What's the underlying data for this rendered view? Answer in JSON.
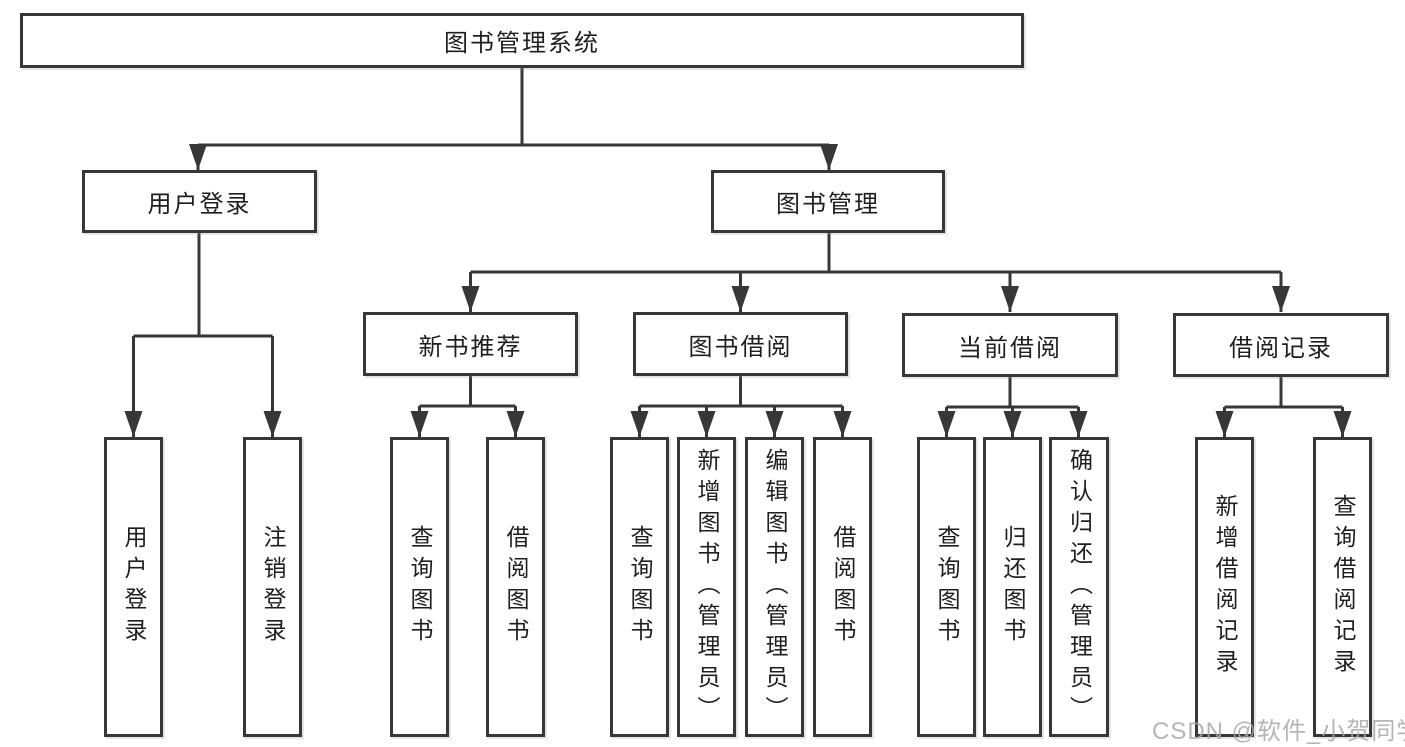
{
  "nodes": {
    "root": "图书管理系统",
    "level2": [
      "用户登录",
      "图书管理"
    ],
    "level3": [
      "新书推荐",
      "图书借阅",
      "当前借阅",
      "借阅记录"
    ],
    "leaves_user_login": [
      "用户登录",
      "注销登录"
    ],
    "leaves_new_book": [
      "查询图书",
      "借阅图书"
    ],
    "leaves_book_borrow": [
      "查询图书",
      "新增图书（管理员）",
      "编辑图书（管理员）",
      "借阅图书"
    ],
    "leaves_current_borrow": [
      "查询图书",
      "归还图书",
      "确认归还（管理员）"
    ],
    "leaves_borrow_record": [
      "新增借阅记录",
      "查询借阅记录"
    ]
  },
  "watermark": "CSDN @软件_小贺同学",
  "colors": {
    "stroke": "#373737",
    "text": "#1f1f1f",
    "watermark": "#a8a8a8",
    "background": "#ffffff"
  }
}
